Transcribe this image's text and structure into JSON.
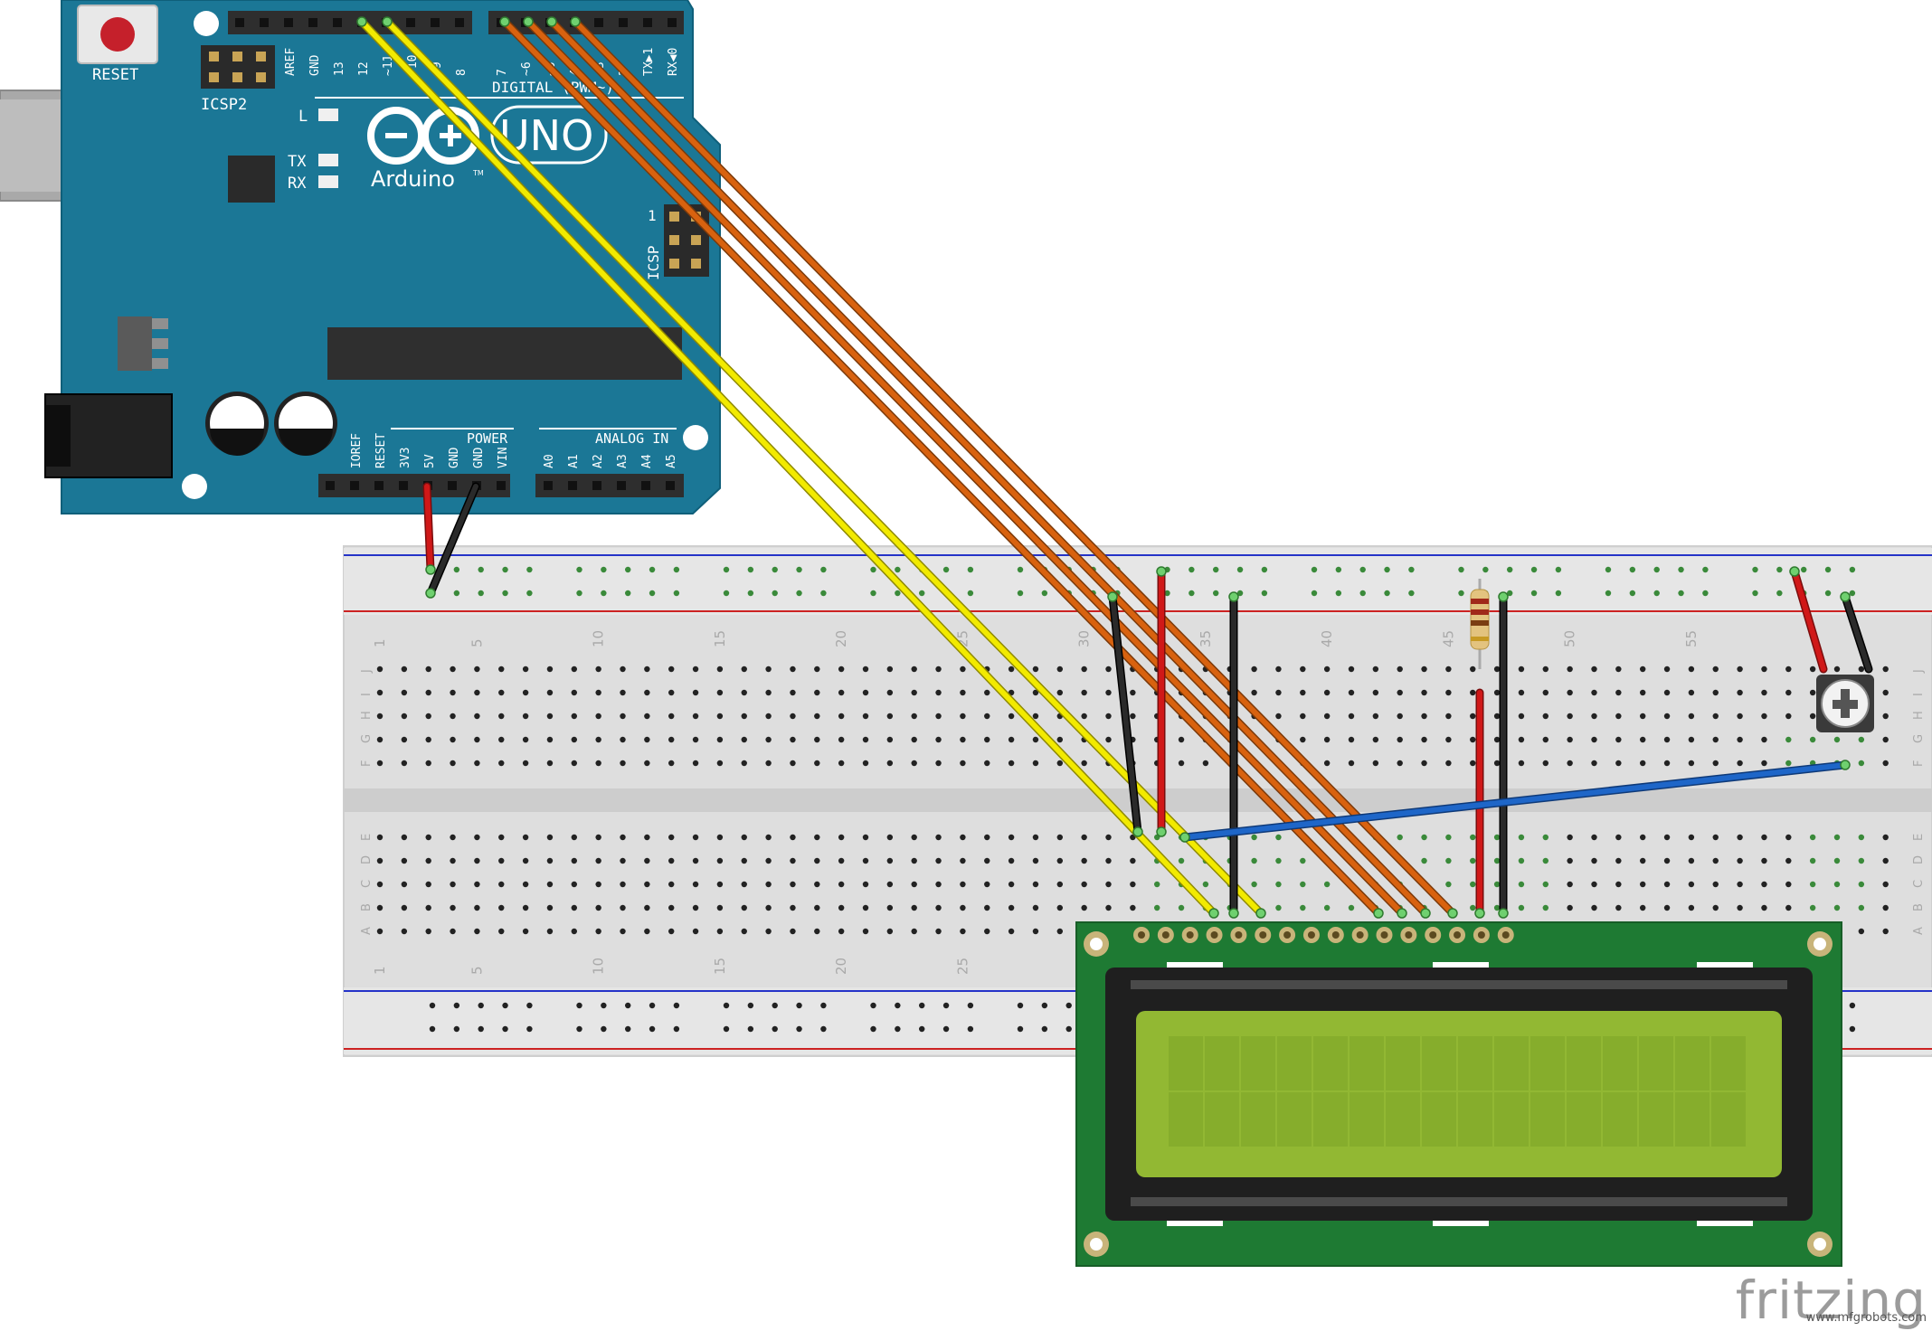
{
  "arduino": {
    "reset_label": "RESET",
    "icsp2_label": "ICSP2",
    "icsp_label": "ICSP",
    "brand_label": "UNO",
    "name_label": "Arduino",
    "tm_label": "TM",
    "led_l_label": "L",
    "led_tx_label": "TX",
    "led_rx_label": "RX",
    "digital_label": "DIGITAL (PWM~)",
    "power_label": "POWER",
    "analog_label": "ANALOG IN",
    "digital_pins": [
      "AREF",
      "GND",
      "13",
      "12",
      "~11",
      "~10",
      "~9",
      "8",
      "7",
      "~6",
      "~5",
      "4",
      "~3",
      "2",
      "TX▶1",
      "RX◀0"
    ],
    "power_pins": [
      "IOREF",
      "RESET",
      "3V3",
      "5V",
      "GND",
      "GND",
      "VIN"
    ],
    "analog_pins": [
      "A0",
      "A1",
      "A2",
      "A3",
      "A4",
      "A5"
    ],
    "icsp_one": "1"
  },
  "breadboard": {
    "row_letters_top": [
      "J",
      "I",
      "H",
      "G",
      "F"
    ],
    "row_letters_bottom": [
      "E",
      "D",
      "C",
      "B",
      "A"
    ],
    "column_numbers": [
      "1",
      "5",
      "10",
      "15",
      "20",
      "25",
      "30",
      "35",
      "40",
      "45",
      "50",
      "55"
    ],
    "column_numbers_bottom": [
      "1",
      "5",
      "10",
      "15",
      "20",
      "25"
    ]
  },
  "colors": {
    "arduino_board": "#1b7796",
    "lcd_pcb": "#1e7a33",
    "lcd_screen": "#92b833",
    "wire_yellow": "#f2ea00",
    "wire_orange": "#d8620f",
    "wire_red": "#d01818",
    "wire_black": "#1a1a1a",
    "wire_blue": "#1e66c8"
  },
  "lcd": {
    "columns": 16,
    "rows": 2,
    "pins": 16
  },
  "watermark": {
    "logo": "fritzing",
    "site": "www.mfgrobots.com"
  }
}
